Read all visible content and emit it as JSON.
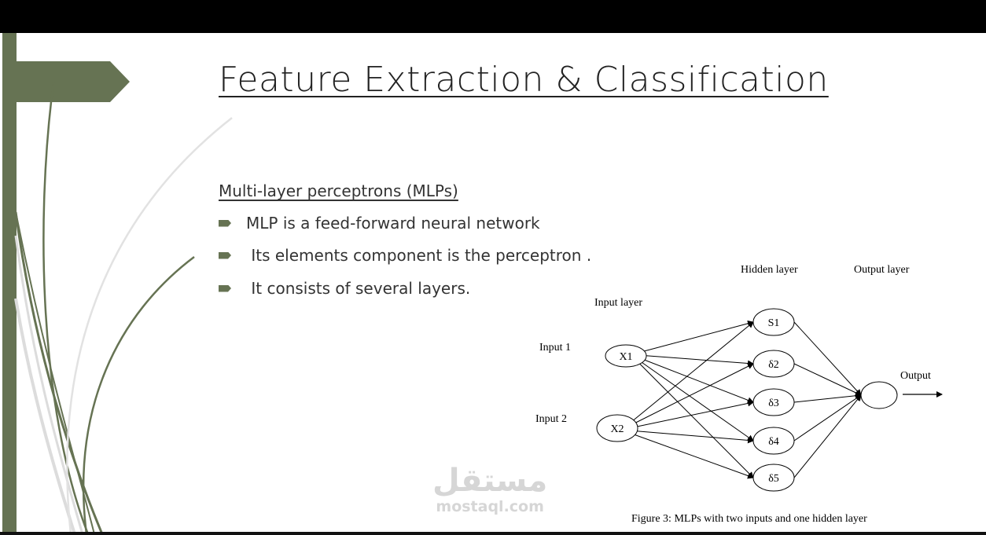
{
  "slide": {
    "title": "Feature Extraction & Classification",
    "subtitle": "Multi-layer perceptrons (MLPs)",
    "bullets": [
      "MLP is a feed-forward neural network",
      " Its elements component is the perceptron .",
      " It consists of several layers."
    ]
  },
  "diagram": {
    "labels": {
      "hidden_layer": "Hidden layer",
      "output_layer": "Output layer",
      "input_layer": "Input layer",
      "input1": "Input 1",
      "input2": "Input 2",
      "output": "Output"
    },
    "inputs": [
      "X1",
      "X2"
    ],
    "hidden": [
      "S1",
      "δ2",
      "δ3",
      "δ4",
      "δ5"
    ],
    "caption": "Figure 3: MLPs with two inputs and one hidden layer"
  },
  "watermark": {
    "arabic": "مستقل",
    "latin": "mostaql.com"
  },
  "colors": {
    "accent": "#667353",
    "light_curve": "#dcdcdc"
  }
}
